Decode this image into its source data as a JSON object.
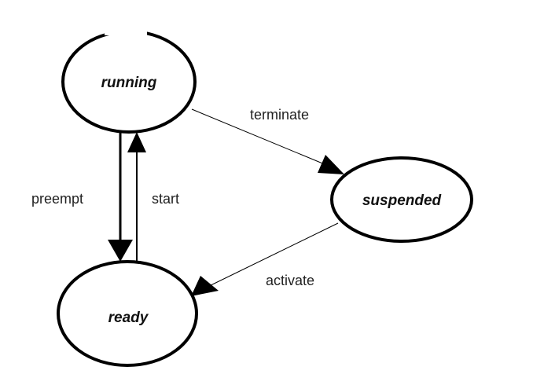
{
  "states": {
    "running": "running",
    "suspended": "suspended",
    "ready": "ready"
  },
  "transitions": {
    "terminate": "terminate",
    "preempt": "preempt",
    "start": "start",
    "activate": "activate"
  }
}
